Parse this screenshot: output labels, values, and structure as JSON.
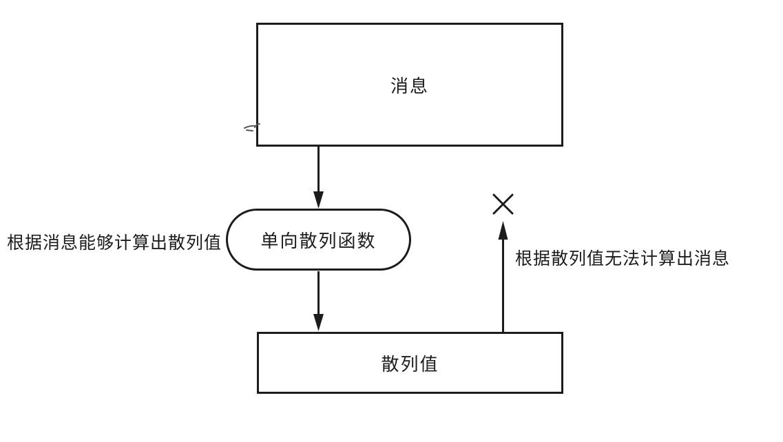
{
  "canvas": {
    "background": "#ffffff",
    "ink": "#1c1c1c"
  },
  "diagram": {
    "type": "flowchart",
    "topic": "one-way hash function",
    "nodes": {
      "message": {
        "label": "消息",
        "shape": "rectangle"
      },
      "hash_function": {
        "label": "单向散列函数",
        "shape": "rounded"
      },
      "hash_value": {
        "label": "散列值",
        "shape": "rectangle"
      }
    },
    "edges": [
      {
        "from": "message",
        "to": "hash_function",
        "direction": "down"
      },
      {
        "from": "hash_function",
        "to": "hash_value",
        "direction": "down"
      },
      {
        "from": "hash_value",
        "to": "message",
        "direction": "up",
        "blocked": true
      }
    ],
    "annotations": {
      "left": "根据消息能够计算出散列值",
      "right": "根据散列值无法计算出消息",
      "blocked_marker": "×"
    }
  }
}
